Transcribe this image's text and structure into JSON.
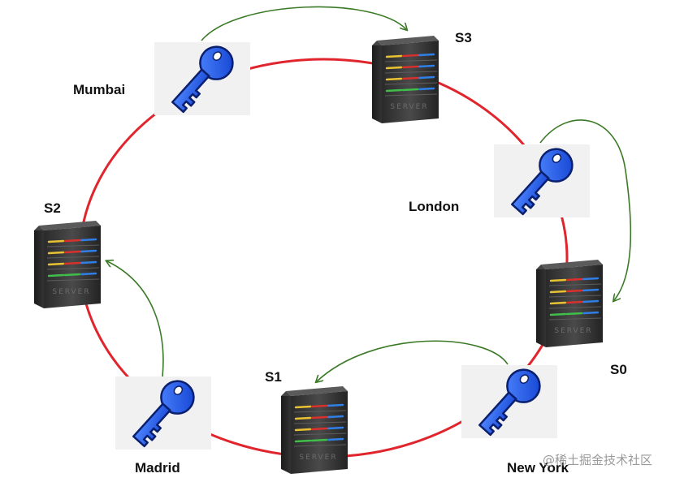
{
  "colors": {
    "ring": "#e0252d",
    "arrow": "#3a7a26",
    "key_fill": "#1a55e6",
    "key_stroke": "#0a1f6e",
    "key_card": "#f1f1f1",
    "label": "#111111"
  },
  "servers": [
    {
      "id": "s0",
      "label": "S0",
      "icon": "server-rack-icon"
    },
    {
      "id": "s1",
      "label": "S1",
      "icon": "server-rack-icon"
    },
    {
      "id": "s2",
      "label": "S2",
      "icon": "server-rack-icon"
    },
    {
      "id": "s3",
      "label": "S3",
      "icon": "server-rack-icon"
    }
  ],
  "keys": [
    {
      "id": "mumbai",
      "label": "Mumbai",
      "icon": "key-icon",
      "maps_to": "S3"
    },
    {
      "id": "london",
      "label": "London",
      "icon": "key-icon",
      "maps_to": "S0"
    },
    {
      "id": "new-york",
      "label": "New York",
      "icon": "key-icon",
      "maps_to": "S1"
    },
    {
      "id": "madrid",
      "label": "Madrid",
      "icon": "key-icon",
      "maps_to": "S2"
    }
  ],
  "watermark": "@稀土掘金技术社区"
}
